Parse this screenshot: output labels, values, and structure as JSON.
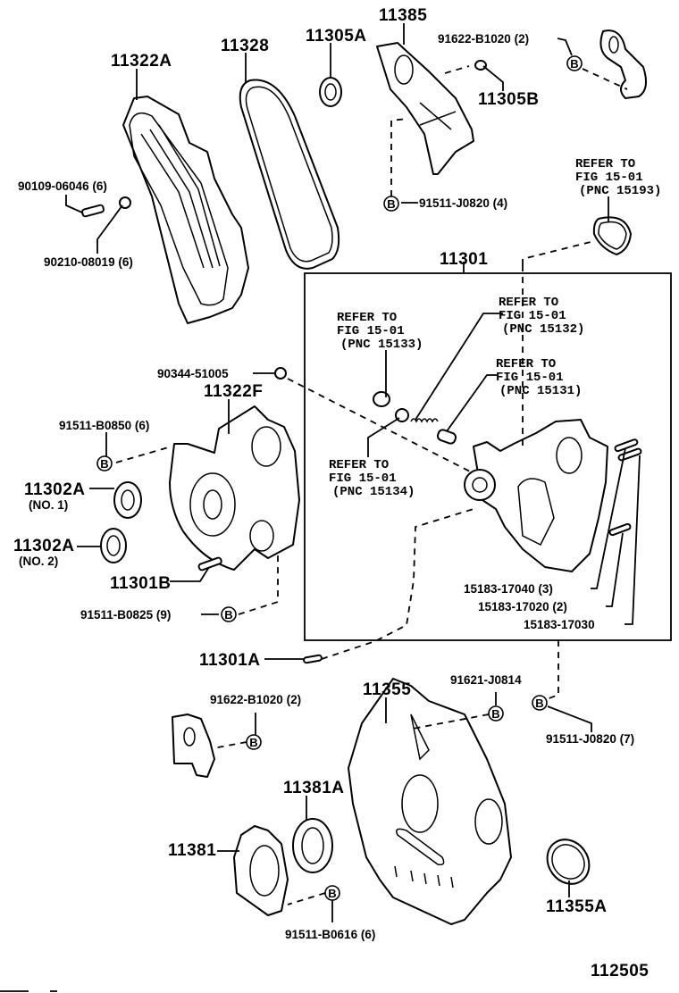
{
  "figure": {
    "figure_number": "112505",
    "assembly_box_label": "11301"
  },
  "callouts": {
    "p11322A": "11322A",
    "p11328": "11328",
    "p11305A": "11305A",
    "p11385": "11385",
    "p91622_B1020_top": "91622-B1020 (2)",
    "p11305B": "11305B",
    "p90109": "90109-06046 (6)",
    "p90210": "90210-08019 (6)",
    "p91511_J0820_4": "91511-J0820 (4)",
    "p11301": "11301",
    "p90344": "90344-51005",
    "p11322F": "11322F",
    "p91511_B0850": "91511-B0850 (6)",
    "p11302A_1_a": "11302A",
    "p11302A_1_b": "(NO. 1)",
    "p11302A_2_a": "11302A",
    "p11302A_2_b": "(NO. 2)",
    "p11301B": "11301B",
    "p91511_B0825": "91511-B0825 (9)",
    "p11301A": "11301A",
    "p15183_17040": "15183-17040 (3)",
    "p15183_17020": "15183-17020 (2)",
    "p15183_17030": "15183-17030",
    "p11355": "11355",
    "p91621_J0814": "91621-J0814",
    "p91511_J0820_7": "91511-J0820 (7)",
    "p91622_B1020_bot": "91622-B1020 (2)",
    "p11381A": "11381A",
    "p11381": "11381",
    "p91511_B0616": "91511-B0616 (6)",
    "p11355A": "11355A"
  },
  "references": {
    "ref_15193": {
      "line1": "REFER TO",
      "line2": "FIG 15-01",
      "line3": "(PNC 15193)"
    },
    "ref_15133": {
      "line1": "REFER TO",
      "line2": "FIG 15-01",
      "line3": "(PNC 15133)"
    },
    "ref_15132": {
      "line1": "REFER TO",
      "line2": "FIG 15-01",
      "line3": "(PNC 15132)"
    },
    "ref_15131": {
      "line1": "REFER TO",
      "line2": "FIG 15-01",
      "line3": "(PNC 15131)"
    },
    "ref_15134": {
      "line1": "REFER TO",
      "line2": "FIG 15-01",
      "line3": "(PNC 15134)"
    }
  },
  "bolt_marker": "B"
}
